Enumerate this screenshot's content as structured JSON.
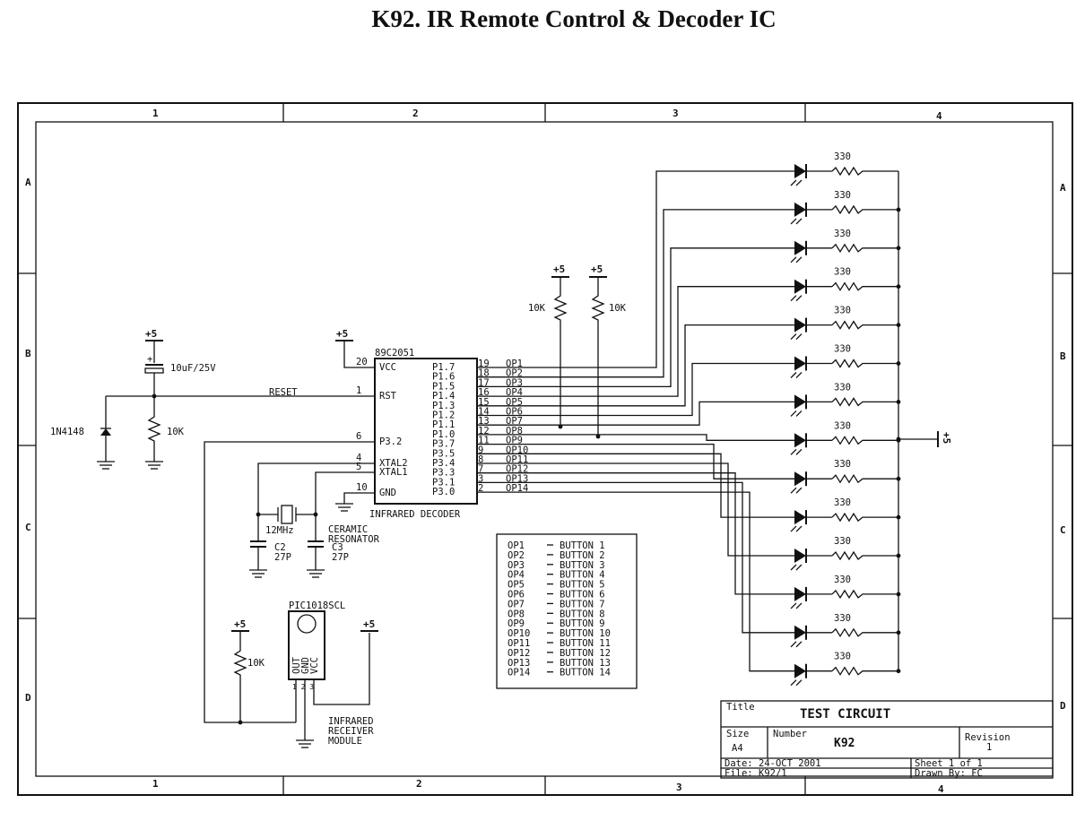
{
  "page_title": "K92. IR Remote Control & Decoder IC",
  "border": {
    "columns": [
      "1",
      "2",
      "3",
      "4"
    ],
    "rows": [
      "A",
      "B",
      "C",
      "D"
    ]
  },
  "ic": {
    "part": "89C2051",
    "label": "INFRARED DECODER",
    "left_pins": [
      {
        "num": "20",
        "name": "VCC"
      },
      {
        "num": "1",
        "name": "RST"
      },
      {
        "num": "6",
        "name": "P3.2"
      },
      {
        "num": "4",
        "name": "XTAL2"
      },
      {
        "num": "5",
        "name": "XTAL1"
      },
      {
        "num": "10",
        "name": "GND"
      }
    ],
    "right_pins": [
      {
        "name": "P1.7",
        "num": "19",
        "net": "OP1"
      },
      {
        "name": "P1.6",
        "num": "18",
        "net": "OP2"
      },
      {
        "name": "P1.5",
        "num": "17",
        "net": "OP3"
      },
      {
        "name": "P1.4",
        "num": "16",
        "net": "OP4"
      },
      {
        "name": "P1.3",
        "num": "15",
        "net": "OP5"
      },
      {
        "name": "P1.2",
        "num": "14",
        "net": "OP6"
      },
      {
        "name": "P1.1",
        "num": "13",
        "net": "OP7"
      },
      {
        "name": "P1.0",
        "num": "12",
        "net": "OP8"
      },
      {
        "name": "P3.7",
        "num": "11",
        "net": "OP9"
      },
      {
        "name": "P3.5",
        "num": "9",
        "net": "OP10"
      },
      {
        "name": "P3.4",
        "num": "8",
        "net": "OP11"
      },
      {
        "name": "P3.3",
        "num": "7",
        "net": "OP12"
      },
      {
        "name": "P3.1",
        "num": "3",
        "net": "OP13"
      },
      {
        "name": "P3.0",
        "num": "2",
        "net": "OP14"
      }
    ]
  },
  "labels": {
    "plus5": "+5",
    "cap_main": "10uF/25V",
    "reset_net": "RESET",
    "diode": "1N4148",
    "r10k": "10K",
    "led_resistor": "330",
    "crystal": "12MHz",
    "resonator": [
      "CERAMIC",
      "RESONATOR"
    ],
    "c2": [
      "C2",
      "27P"
    ],
    "c3": [
      "C3",
      "27P"
    ],
    "receiver_part": "PIC1018SCL",
    "receiver_pins": [
      "OUT",
      "GND",
      "VCC"
    ],
    "receiver_pin_nums": "1 2 3",
    "receiver_label": [
      "INFRARED",
      "RECEIVER",
      "MODULE"
    ],
    "plus_sign": "+"
  },
  "legend": [
    [
      "OP1",
      "BUTTON 1"
    ],
    [
      "OP2",
      "BUTTON 2"
    ],
    [
      "OP3",
      "BUTTON 3"
    ],
    [
      "OP4",
      "BUTTON 4"
    ],
    [
      "OP5",
      "BUTTON 5"
    ],
    [
      "OP6",
      "BUTTON 6"
    ],
    [
      "OP7",
      "BUTTON 7"
    ],
    [
      "OP8",
      "BUTTON 8"
    ],
    [
      "OP9",
      "BUTTON 9"
    ],
    [
      "OP10",
      "BUTTON 10"
    ],
    [
      "OP11",
      "BUTTON 11"
    ],
    [
      "OP12",
      "BUTTON 12"
    ],
    [
      "OP13",
      "BUTTON 13"
    ],
    [
      "OP14",
      "BUTTON 14"
    ]
  ],
  "title_block": {
    "title_label": "Title",
    "title": "TEST CIRCUIT",
    "size_label": "Size",
    "size": "A4",
    "number_label": "Number",
    "number": "K92",
    "revision_label": "Revision",
    "revision": "1",
    "date_label": "Date:",
    "date": "24-OCT  2001",
    "file_label": "File:",
    "file": "K92/1",
    "sheet": "Sheet  1 of  1",
    "drawn": "Drawn By: FC"
  }
}
